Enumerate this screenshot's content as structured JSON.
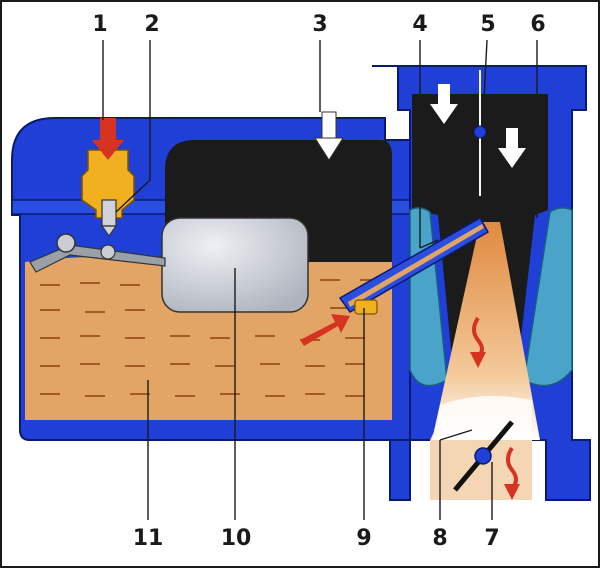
{
  "diagram": {
    "labels": {
      "top": [
        "1",
        "2",
        "3",
        "4",
        "5",
        "6"
      ],
      "bottom": [
        "11",
        "10",
        "9",
        "8",
        "7"
      ]
    },
    "colors": {
      "body": "#1f3fd6",
      "body_dark": "#0e2490",
      "fuel": "#e0a060",
      "fuel_line": "#a35a24",
      "air": "#1b1b1b",
      "float": "#c9ccd3",
      "diffuser": "#4aa3c8",
      "mixture": "#f0c595",
      "needle": "#f0b020",
      "arrow_red": "#d63320",
      "arrow_white": "#ffffff"
    }
  }
}
